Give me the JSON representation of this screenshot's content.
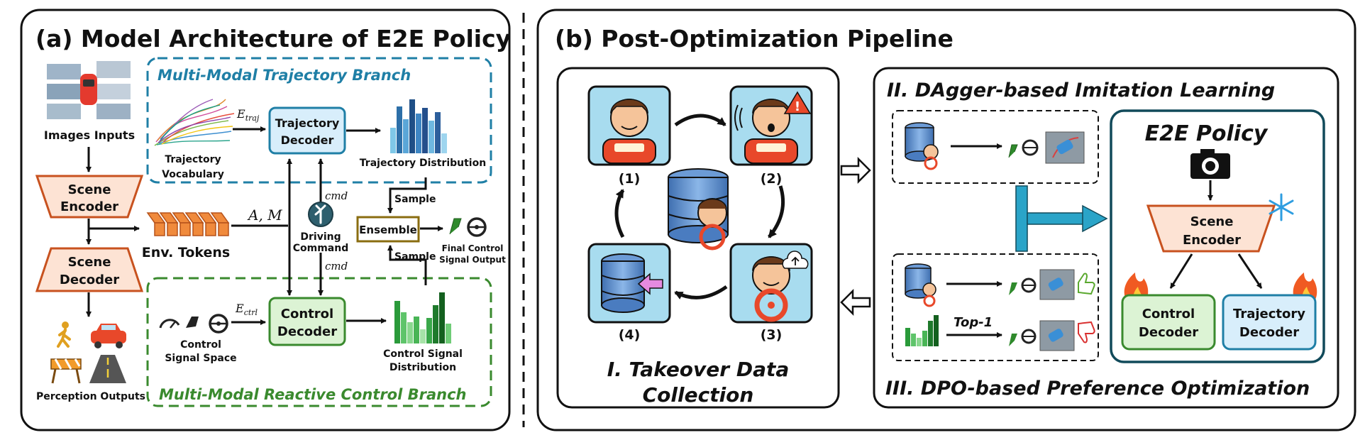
{
  "panel_a": {
    "title": "(a) Model Architecture of E2E Policy",
    "traj_branch_title": "Multi-Modal Trajectory Branch",
    "ctrl_branch_title": "Multi-Modal Reactive Control Branch",
    "images_inputs": "Images Inputs",
    "scene_encoder_l1": "Scene",
    "scene_encoder_l2": "Encoder",
    "scene_decoder_l1": "Scene",
    "scene_decoder_l2": "Decoder",
    "perception_outputs": "Perception Outputs",
    "env_tokens": "Env. Tokens",
    "a_m": "A, M",
    "traj_vocab_l1": "Trajectory",
    "traj_vocab_l2": "Vocabulary",
    "e_traj": "E",
    "e_traj_sub": "traj",
    "traj_decoder_l1": "Trajectory",
    "traj_decoder_l2": "Decoder",
    "traj_distribution": "Trajectory Distribution",
    "cmd": "cmd",
    "driving_command_l1": "Driving",
    "driving_command_l2": "Command",
    "sample": "Sample",
    "ensemble": "Ensemble",
    "final_output_l1": "Final Control",
    "final_output_l2": "Signal Output",
    "ctrl_space_l1": "Control",
    "ctrl_space_l2": "Signal Space",
    "e_ctrl": "E",
    "e_ctrl_sub": "ctrl",
    "ctrl_decoder_l1": "Control",
    "ctrl_decoder_l2": "Decoder",
    "ctrl_distribution_l1": "Control Signal",
    "ctrl_distribution_l2": "Distribution"
  },
  "panel_b": {
    "title": "(b) Post-Optimization Pipeline",
    "loop_labels": [
      "(1)",
      "(2)",
      "(3)",
      "(4)"
    ],
    "takeover_l1": "I. Takeover Data",
    "takeover_l2": "Collection",
    "dagger_title": "II. DAgger-based Imitation Learning",
    "dpo_title": "III. DPO-based Preference Optimization",
    "top1": "Top-1",
    "e2e_policy": "E2E Policy",
    "scene_encoder_l1": "Scene",
    "scene_encoder_l2": "Encoder",
    "control_decoder_l1": "Control",
    "control_decoder_l2": "Decoder",
    "trajectory_decoder_l1": "Trajectory",
    "trajectory_decoder_l2": "Decoder"
  },
  "colors": {
    "traj_blue": "#1f7fa6",
    "ctrl_green": "#3a8a2e",
    "encoder_orange": "#c8521f",
    "encoder_fill": "#fde3d4",
    "traj_fill": "#d8eefb",
    "ctrl_fill": "#dcf3d4",
    "ensemble_gold": "#8a6d10",
    "teal_arrow": "#2aa4c8"
  }
}
